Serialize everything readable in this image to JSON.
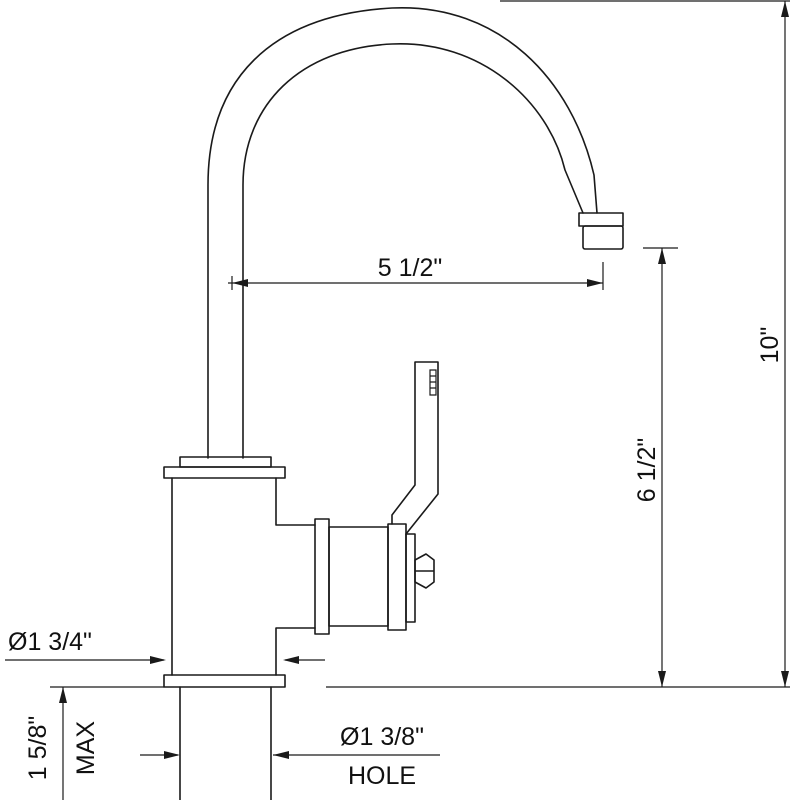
{
  "dimensions": {
    "reach": "5 1/2\"",
    "spout_height": "6 1/2\"",
    "overall_height": "10\"",
    "base_diameter": "Ø1 3/4\"",
    "deck_thickness": "1 5/8\"",
    "deck_thickness_note": "MAX",
    "hole_diameter": "Ø1 3/8\"",
    "hole_note": "HOLE"
  }
}
